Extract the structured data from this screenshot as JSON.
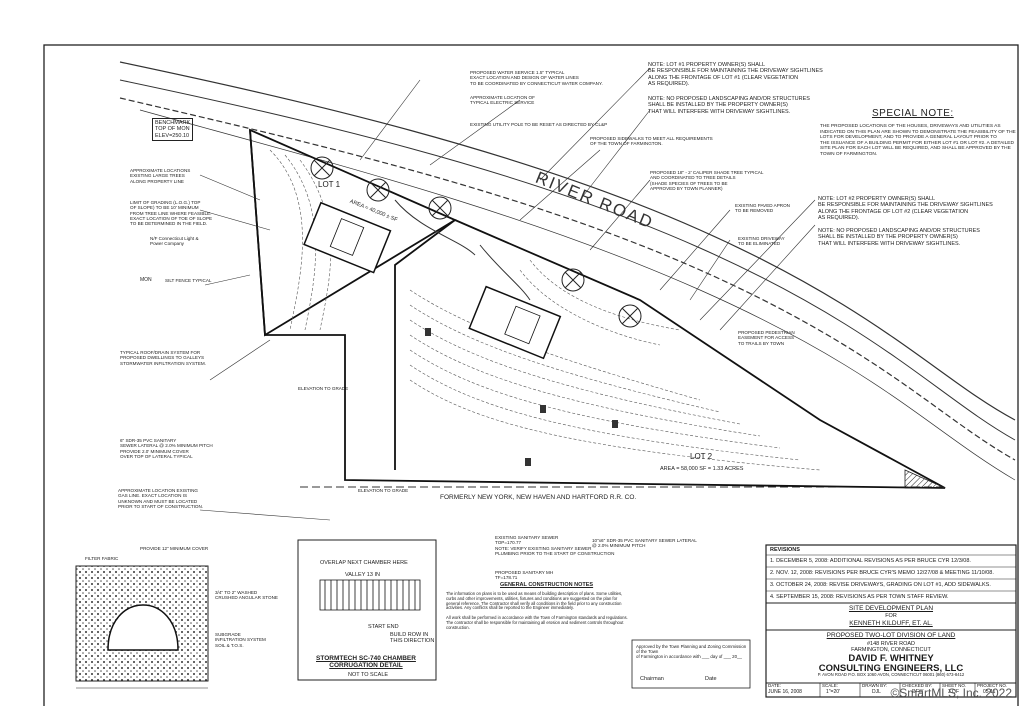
{
  "road": {
    "name": "RIVER ROAD"
  },
  "rail": {
    "label": "FORMERLY NEW YORK, NEW HAVEN AND HARTFORD R.R. CO."
  },
  "lots": [
    {
      "name": "LOT 1",
      "area": "AREA = 40,000 ± SF"
    },
    {
      "name": "LOT 2",
      "area": "AREA = 58,000 SF = 1.33 ACRES"
    }
  ],
  "benchmark": {
    "label": "BENCHMARK\nTOP OF MON\nELEV=250.10"
  },
  "notes": {
    "lot1_sightline": "NOTE: LOT #1 PROPERTY OWNER(S) SHALL\nBE RESPONSIBLE FOR MAINTAINING THE DRIVEWAY SIGHTLINES\nALONG THE FRONTAGE OF LOT #1 (CLEAR VEGETATION\nAS REQUIRED).",
    "lot1_landscaping": "NOTE: NO PROPOSED LANDSCAPING AND/OR STRUCTURES\nSHALL BE INSTALLED BY THE PROPERTY OWNER(S)\nTHAT WILL INTERFERE WITH DRIVEWAY SIGHTLINES.",
    "lot2_sightline": "NOTE: LOT #2 PROPERTY OWNER(S) SHALL\nBE RESPONSIBLE FOR MAINTAINING THE DRIVEWAY SIGHTLINES\nALONG THE FRONTAGE OF LOT #2 (CLEAR VEGETATION\nAS REQUIRED).",
    "lot2_landscaping": "NOTE: NO PROPOSED LANDSCAPING AND/OR STRUCTURES\nSHALL BE INSTALLED BY THE PROPERTY OWNER(S)\nTHAT WILL INTERFERE WITH DRIVEWAY SIGHTLINES.",
    "special_title": "SPECIAL NOTE:",
    "special_body": "THE PROPOSED LOCATIONS OF THE HOUSES, DRIVEWAYS AND UTILITIES AS\nINDICATED ON THIS PLAN ARE SHOWN TO DEMONSTRATE THE FEASIBILITY OF THE\nLOTS FOR DEVELOPMENT, AND TO PROVIDE A GENERAL LAYOUT PRIOR TO\nTHE ISSUANCE OF A BUILDING PERMIT FOR EITHER LOT #1 OR LOT #2. A DETAILED\nSITE PLAN FOR EACH LOT WILL BE REQUIRED, AND SHALL BE APPROVED BY THE\nTOWN OF FARMINGTON."
  },
  "callouts": {
    "water": "PROPOSED WATER SERVICE 1.5\" TYPICAL\nEXACT LOCATION AND DESIGN OF WATER LINES\nTO BE COORDINATED BY CONNECTICUT WATER COMPANY.",
    "electric": "APPROXIMATE LOCATION OF\nTYPICAL ELECTRIC SERVICE",
    "gas": "EXISTING UTILITY POLE TO BE RESET AS DIRECTED BY CL&P",
    "sidewalk": "PROPOSED SIDEWALKS TO MEET ALL REQUIREMENTS\nOF THE TOWN OF FARMINGTON.",
    "stone_wall": "PROPOSED 18\" - 2' CALIPER SHADE TREE TYPICAL\nAND COORDINATED TO TREE DETAILS\n(SHADE SPECIES OF TREES TO BE\nAPPROVED BY TOWN PLANNER)",
    "paved": "EXISTING PAVED APRON\nTO BE REMOVED",
    "driveway": "EXISTING DRIVEWAY\nTO BE ELIMINATED",
    "easement": "PROPOSED PEDESTRIAN\nEASEMENT FOR ACCESS\nTO TRAILS BY TOWN",
    "trees": "APPROXIMATE LOCATIONS\nEXISTING LARGE TREES\nALONG PROPERTY LINE",
    "grading": "LIMIT OF GRADING (L.O.G.) TOP\nOF SLOPE) TO BE 10' MINIMUM\nFROM TREE LINE WHERE FEASIBLE.\nEXACT LOCATION OF TOE OF SLOPE\nTO BE DETERMINED IN THE FIELD.",
    "power": "N/F Connecticut Light &\nPower Company",
    "silt": "SILT FENCE TYPICAL",
    "stormwater": "TYPICAL ROOF/DRAIN SYSTEM FOR\nPROPOSED DWELLINGS TO GALLEYS\nSTORMWATER INFILTRATION SYSTEM.",
    "sewer1": "6\" SDR-35 PVC SANITARY\nSEWER LATERAL @ 2.0% MINIMUM PITCH\nPROVIDE 2.0' MINIMUM COVER\nOVER TOP OF LATERAL TYPICAL",
    "sewer2": "10\"x6\" SDR-35 PVC SANITARY SEWER LATERAL\n@ 2.0% MINIMUM PITCH",
    "gasline": "APPROXIMATE LOCATION EXISTING\nGAS LINE. EXACT LOCATION IS\nUNKNOWN AND MUST BE LOCATED\nPRIOR TO START OF CONSTRUCTION.",
    "sanitary": "EXISTING SANITARY SEWER\nTOP=170.77\nNOTE: VERIFY EXISTING SANITARY SEWER\nPLUMBING PRIOR TO THE START OF CONSTRUCTION",
    "cap": "PROPOSED SANITARY MH\nTF=178.71",
    "filter": "FILTER FABRIC",
    "cover": "PROVIDE 12\" MINIMUM COVER",
    "stone": "3/4\" TO 2\" WASHED\nCRUSHED ANGULAR STONE",
    "subgrade": "SUBGRADE\nINFILTRATION SYSTEM\nSOIL & T.O.S.",
    "elev1": "ELEVATION TO GRADE",
    "elev2": "ELEVATION TO GRADE",
    "mon": "MON"
  },
  "detail": {
    "chamber_label": "OVERLAP NEXT CHAMBER HERE",
    "valley": "VALLEY 13 IN",
    "start_end": "START END",
    "build": "BUILD ROW IN\nTHIS DIRECTION",
    "title": "STORMTECH SC-740 CHAMBER\nCORRUGATION DETAIL",
    "scale": "NOT TO SCALE"
  },
  "general_notes": {
    "title": "GENERAL CONSTRUCTION NOTES",
    "body": "The information on plans is to be used as means of building description of plans. Some utilities, curbs and other improvements, utilities, fixtures and conditions are suggested on the plan for general reference. The Contractor shall verify all conditions in the field prior to any construction activities. Any conflicts shall be reported to the Engineer immediately.\n\nAll work shall be performed in accordance with the Town of Farmington standards and regulations. The contractor shall be responsible for maintaining all erosion and sediment controls throughout construction."
  },
  "approval": {
    "text": "Approved by the Town Planning and Zoning Commission of the Town\nof Farmington in accordance with ___ day of ___ 20__",
    "chairman": "Chairman",
    "date": "Date"
  },
  "revisions": [
    "1. DECEMBER 5, 2008: ADDITIONAL REVISIONS AS PER BRUCE CYR 12/3/08.",
    "2. NOV. 12, 2008: REVISIONS PER BRUCE CYR'S MEMO 12/27/08 & MEETING 11/10/08.",
    "3. OCTOBER 24, 2008: REVISE DRIVEWAYS, GRADING ON LOT #1, ADD SIDEWALKS.",
    "4. SEPTEMBER 15, 2008: REVISIONS AS PER TOWN STAFF REVIEW."
  ],
  "revisions_header": "REVISIONS",
  "title_block": {
    "plan": "SITE DEVELOPMENT PLAN",
    "for": "FOR",
    "owner": "KENNETH KILDUFF, ET. AL.",
    "project": "PROPOSED TWO-LOT DIVISION OF LAND",
    "address": "#148 RIVER ROAD",
    "town": "FARMINGTON, CONNECTICUT",
    "firm1": "DAVID F. WHITNEY",
    "firm2": "CONSULTING ENGINEERS, LLC",
    "firm_addr": "P. AVON ROAD\nP.O. BOX 1060\nAVON, CONNECTICUT 06001\n(860) 673-8412",
    "date_label": "DATE:",
    "date": "JUNE 16, 2008",
    "scale_label": "SCALE:",
    "scale": "1\"=20'",
    "drawn_label": "DRAWN BY:",
    "drawn": "DJL",
    "checked_label": "CHECKED BY:",
    "checked": "DFW",
    "sheet_label": "SHEET NO.",
    "sheet": "3 OF",
    "project_label": "PROJECT NO.",
    "project_no": "05-11"
  },
  "watermark": "©SmartMLS, Inc.  2022"
}
